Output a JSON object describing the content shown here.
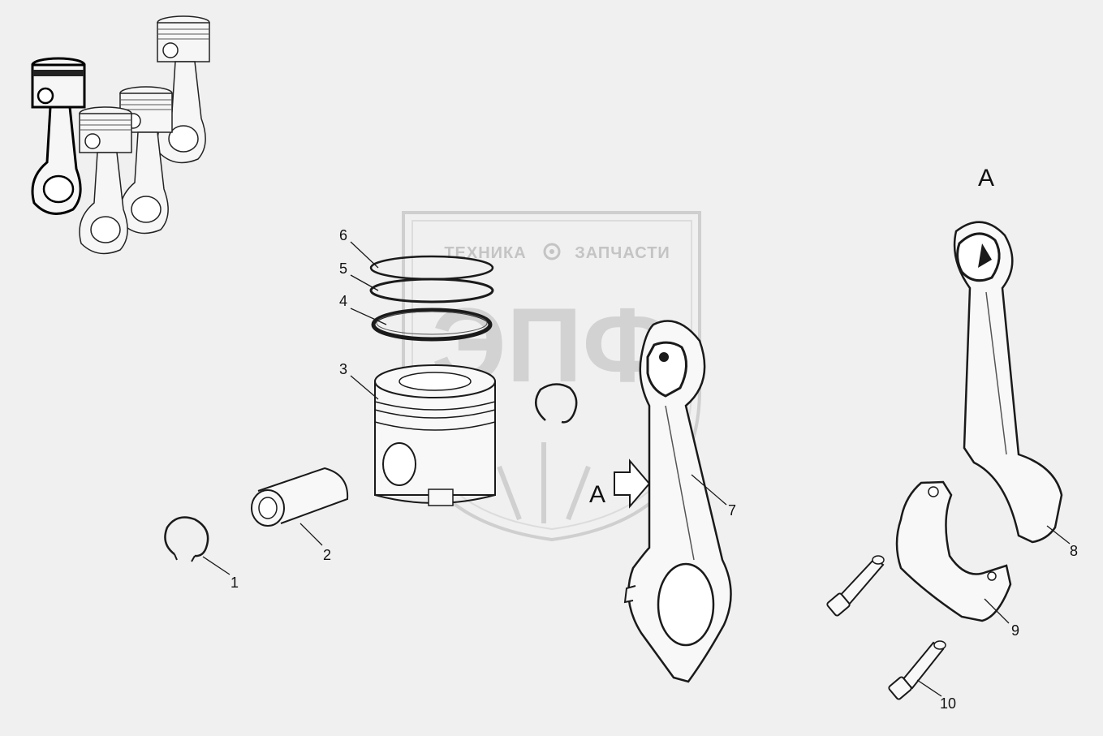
{
  "callouts": [
    "1",
    "2",
    "3",
    "4",
    "5",
    "6",
    "7",
    "8",
    "9",
    "10"
  ],
  "view_label": "A",
  "view_arrow_label": "A",
  "watermark": {
    "text_left": "ТЕХНИКА",
    "text_right": "ЗАПЧАСТИ",
    "logo": "ЭПФ"
  },
  "colors": {
    "background": "#f0f0f0",
    "line": "#1a1a1a",
    "watermark": "#c8c8c8"
  }
}
